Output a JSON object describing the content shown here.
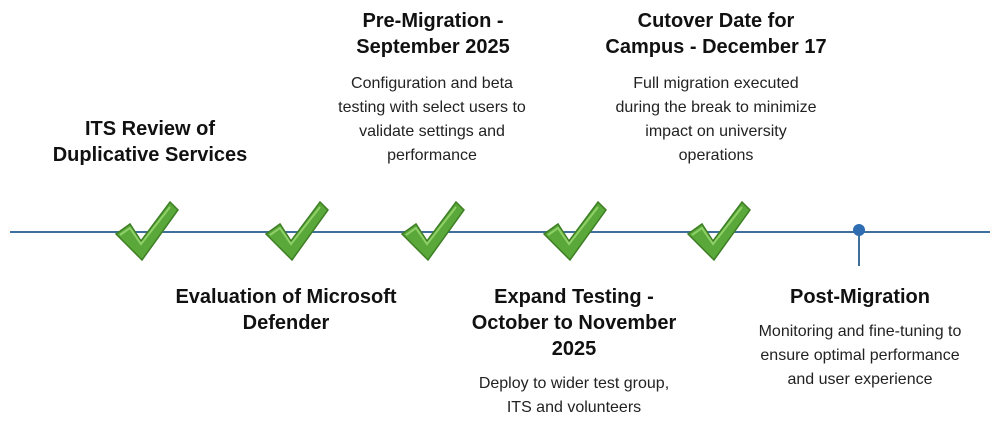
{
  "timeline": {
    "milestones": [
      {
        "title": "ITS Review of\nDuplicative Services",
        "description": "",
        "status": "complete"
      },
      {
        "title": "Evaluation of Microsoft\nDefender",
        "description": "",
        "status": "complete"
      },
      {
        "title": "Pre-Migration -\nSeptember 2025",
        "description": "Configuration and beta\ntesting with select users to\nvalidate settings and\nperformance",
        "status": "complete"
      },
      {
        "title": "Expand Testing -\nOctober to November\n2025",
        "description": "Deploy to wider test group,\nITS and volunteers",
        "status": "complete"
      },
      {
        "title": "Cutover Date for\nCampus - December 17",
        "description": "Full migration executed\nduring the break to minimize\nimpact on university\noperations",
        "status": "complete"
      },
      {
        "title": "Post-Migration",
        "description": "Monitoring and fine-tuning to\nensure optimal performance\nand user experience",
        "status": "upcoming"
      }
    ],
    "colors": {
      "line": "#3f6f9c",
      "check": "#5aa83a",
      "dot": "#2f6db3"
    }
  }
}
